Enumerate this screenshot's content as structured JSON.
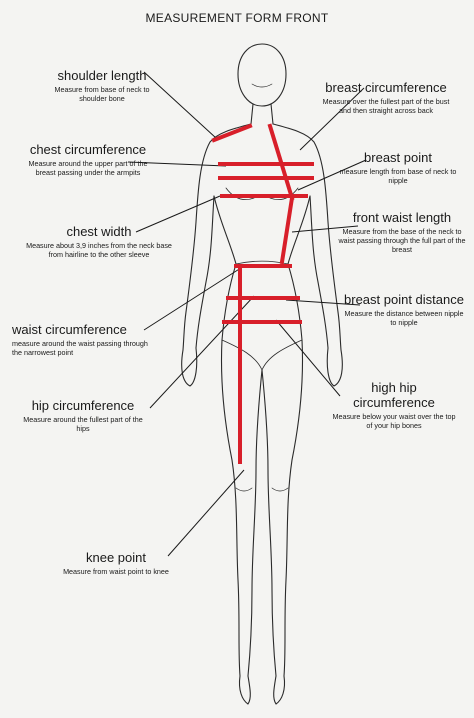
{
  "title": "MEASUREMENT FORM FRONT",
  "colors": {
    "measure": "#d81f2a",
    "figure": "#2b2b2b",
    "leader": "#1a1a1a",
    "background": "#f4f4f2"
  },
  "labels": {
    "shoulder_length": {
      "title": "shoulder length",
      "desc": "Measure from base of neck to shoulder bone"
    },
    "breast_circumference": {
      "title": "breast circumference",
      "desc": "Measure over the fullest part of the bust and then straight across back"
    },
    "chest_circumference": {
      "title": "chest circumference",
      "desc": "Measure around the upper part of the breast passing under the armpits"
    },
    "breast_point": {
      "title": "breast point",
      "desc": "measure length from base of neck to nipple"
    },
    "chest_width": {
      "title": "chest width",
      "desc": "Measure about 3,9 inches from the neck base from hairline to the other sleeve"
    },
    "front_waist_length": {
      "title": "front waist length",
      "desc": "Measure from the base of the neck to waist passing through the full part of the breast"
    },
    "breast_point_distance": {
      "title": "breast point distance",
      "desc": "Measure the distance between nipple to nipple"
    },
    "waist_circumference": {
      "title": "waist circumference",
      "desc": "measure around the waist passing through the narrowest point"
    },
    "high_hip_circumference": {
      "title": "high hip circumference",
      "desc": "Measure below your waist over the top of your hip bones"
    },
    "hip_circumference": {
      "title": "hip circumference",
      "desc": "Measure around the fullest part of the hips"
    },
    "knee_point": {
      "title": "knee point",
      "desc": "Measure from waist point to knee"
    }
  }
}
